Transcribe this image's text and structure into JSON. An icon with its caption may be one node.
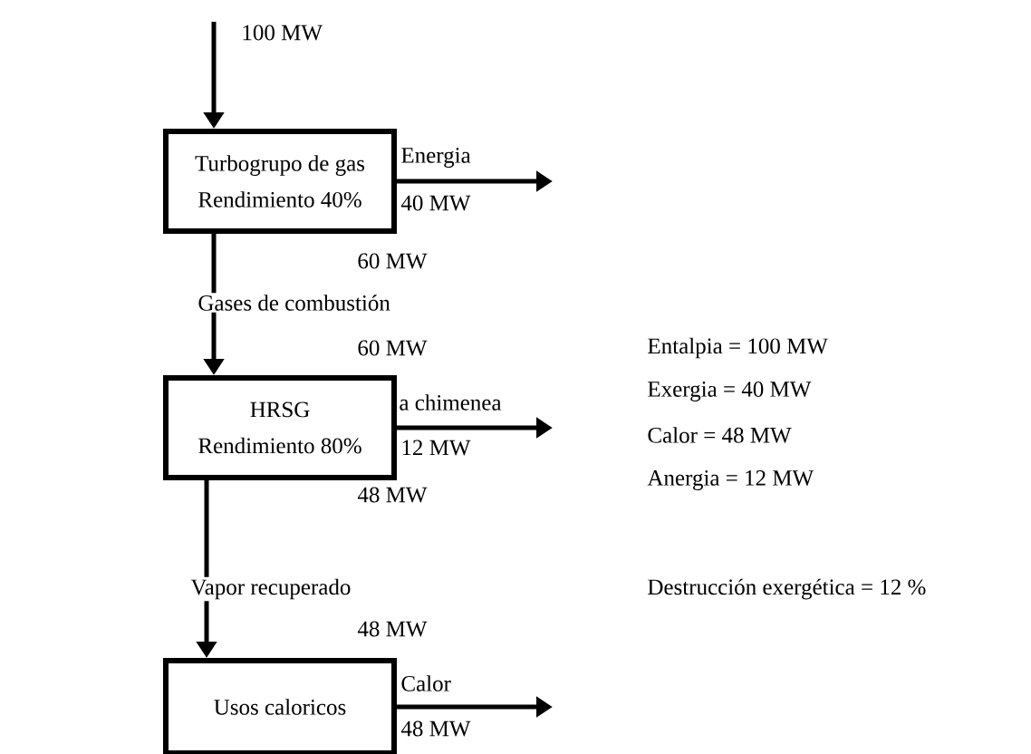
{
  "diagram": {
    "nodes": [
      {
        "text": [
          "Turbogrupo de gas",
          "Rendimiento 40%"
        ]
      },
      {
        "text": [
          "HRSG",
          "Rendimiento 80%"
        ]
      },
      {
        "text": [
          "Usos caloricos"
        ]
      }
    ],
    "edges": [
      {
        "from": null,
        "to": 0,
        "arrow": "to",
        "label": "100 MW"
      },
      {
        "from": 0,
        "to": null,
        "arrow": "to",
        "label": "Energia"
      },
      {
        "from": 0,
        "to": 1,
        "arrow": "to",
        "label": "Gases de combustión"
      },
      {
        "from": 1,
        "to": null,
        "arrow": "to",
        "label": "a chimenea"
      },
      {
        "from": 1,
        "to": 2,
        "arrow": "to",
        "label": "Vapor recuperado"
      },
      {
        "from": 2,
        "to": null,
        "arrow": "to",
        "label": "Calor"
      }
    ],
    "labels": [
      "40 MW",
      "60 MW",
      "60 MW",
      "Entalpia = 100 MW",
      "12 MW",
      "Exergia = 40 MW",
      "Calor = 48 MW",
      "48 MW",
      "Anergia = 12 MW",
      "Destrucción exergética = 12 %",
      "48 MW",
      "48 MW"
    ]
  }
}
